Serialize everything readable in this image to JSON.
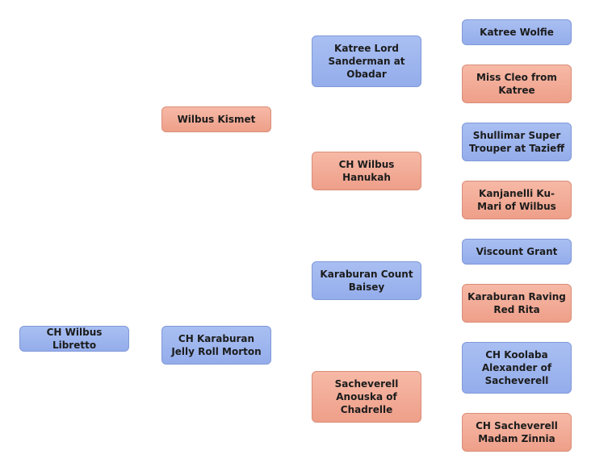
{
  "pedigree": {
    "subject": "CH Wilbus Libretto",
    "sire": "CH Karaburan Jelly Roll Morton",
    "dam": "Wilbus Kismet",
    "dam_sire": "Katree Lord Sanderman at Obadar",
    "dam_dam": "CH Wilbus Hanukah",
    "sire_sire": "Karaburan Count Baisey",
    "sire_dam": "Sacheverell Anouska of Chadrelle",
    "gen3": [
      "Katree Wolfie",
      "Miss Cleo from Katree",
      "Shullimar Super Trouper at Tazieff",
      "Kanjanelli  Ku-Mari of Wilbus",
      "Viscount Grant",
      "Karaburan Raving Red Rita",
      "CH Koolaba Alexander of Sacheverell",
      "CH Sacheverell Madam Zinnia"
    ]
  },
  "colors": {
    "male_fill": "#9fb6ef",
    "female_fill": "#f2ad98"
  }
}
